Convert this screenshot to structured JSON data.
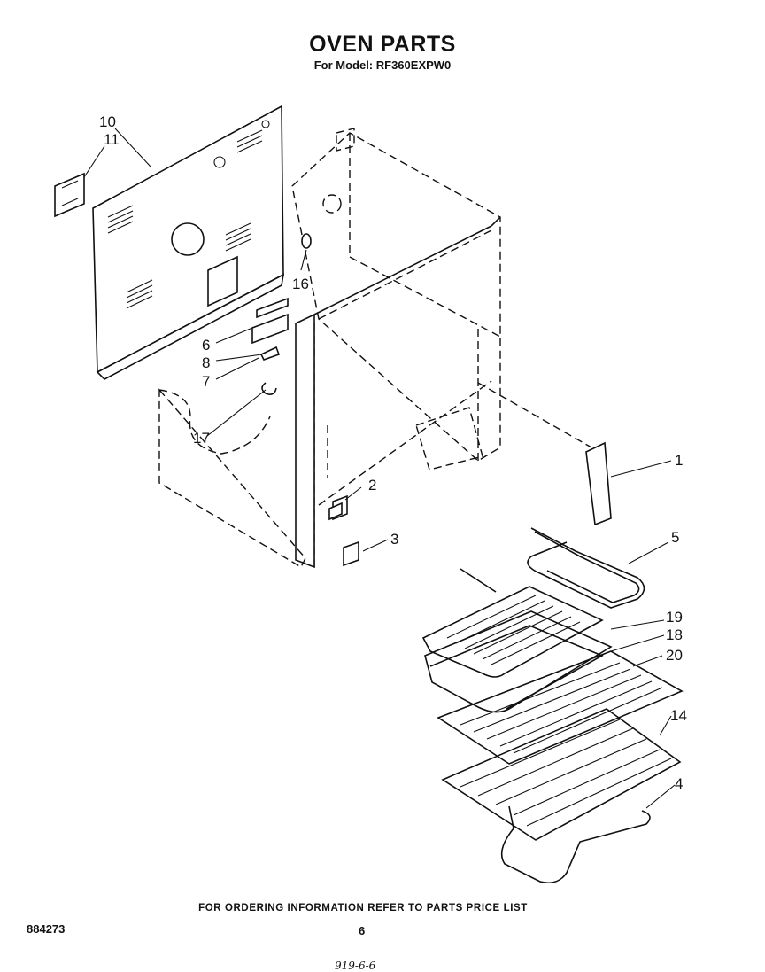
{
  "header": {
    "title": "OVEN PARTS",
    "model": "For Model: RF360EXPW0"
  },
  "callouts": {
    "p1": "1",
    "p2": "2",
    "p3": "3",
    "p4": "4",
    "p5": "5",
    "p6": "6",
    "p7": "7",
    "p8": "8",
    "p10": "10",
    "p11": "11",
    "p14": "14",
    "p16": "16",
    "p17": "17",
    "p18": "18",
    "p19": "19",
    "p20": "20"
  },
  "footer": {
    "note": "FOR ORDERING INFORMATION REFER TO PARTS PRICE LIST",
    "doc_number": "884273",
    "page": "6",
    "handwritten": "919-6-6"
  }
}
